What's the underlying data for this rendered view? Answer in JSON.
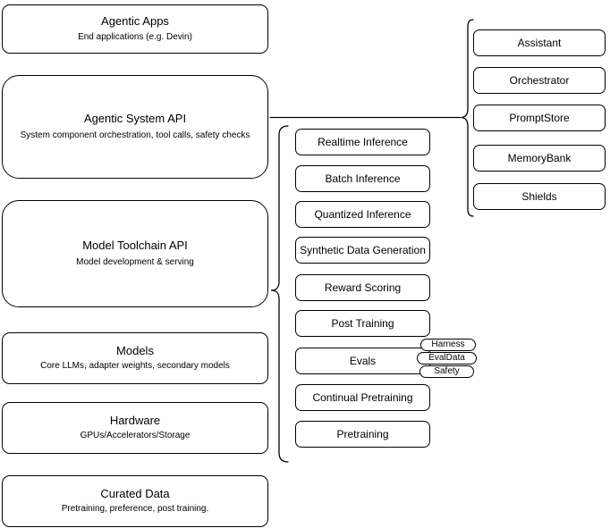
{
  "diagram": {
    "left_stack": [
      {
        "title": "Agentic Apps",
        "subtitle": "End applications (e.g. Devin)"
      },
      {
        "title": "Agentic System API",
        "subtitle": "System component orchestration, tool calls, safety checks"
      },
      {
        "title": "Model Toolchain API",
        "subtitle": "Model development & serving"
      },
      {
        "title": "Models",
        "subtitle": "Core LLMs, adapter weights, secondary models"
      },
      {
        "title": "Hardware",
        "subtitle": "GPUs/Accelerators/Storage"
      },
      {
        "title": "Curated Data",
        "subtitle": "Pretraining, preference, post training."
      }
    ],
    "toolchain_components": [
      "Realtime Inference",
      "Batch Inference",
      "Quantized Inference",
      "Synthetic Data Generation",
      "Reward Scoring",
      "Post Training",
      "Evals",
      "Continual Pretraining",
      "Pretraining"
    ],
    "evals_pills": [
      "Harness",
      "EvalData",
      "Safety"
    ],
    "system_components": [
      "Assistant",
      "Orchestrator",
      "PromptStore",
      "MemoryBank",
      "Shields"
    ],
    "colors": {
      "stroke": "#000000",
      "fill": "#ffffff",
      "background": "#ffffff"
    }
  }
}
